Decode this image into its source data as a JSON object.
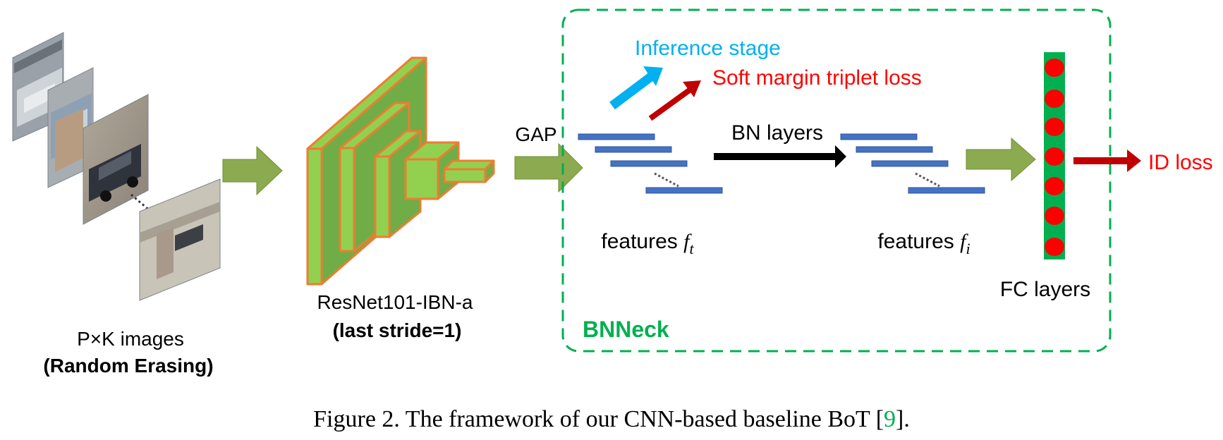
{
  "input": {
    "caption_line1": "P×K images",
    "caption_line2": "(Random Erasing)"
  },
  "backbone": {
    "caption_line1": "ResNet101-IBN-a",
    "caption_line2": "(last stride=1)"
  },
  "gap_label": "GAP",
  "bnneck": {
    "title": "BNNeck",
    "inference_label": "Inference stage",
    "triplet_label": "Soft margin triplet loss",
    "bn_label": "BN layers",
    "features_t": {
      "prefix": "features ",
      "symbol": "f",
      "subscript": "t"
    },
    "features_i": {
      "prefix": "features ",
      "symbol": "f",
      "subscript": "i"
    },
    "fc_label": "FC layers"
  },
  "id_loss_label": "ID loss",
  "caption": {
    "prefix": "Figure 2. The framework of our CNN-based baseline BoT [",
    "ref": "9",
    "suffix": "]."
  },
  "colors": {
    "block_fill": "#92d050",
    "block_side": "#70ad47",
    "block_stroke": "#ed7d31",
    "arrow_green": "#8caa50",
    "bnneck_green": "#00b050",
    "feature_bar": "#4472c4",
    "inference_blue": "#00b0f0",
    "loss_red": "#c00000",
    "label_red": "#ff0000",
    "ref_green": "#00b050"
  }
}
